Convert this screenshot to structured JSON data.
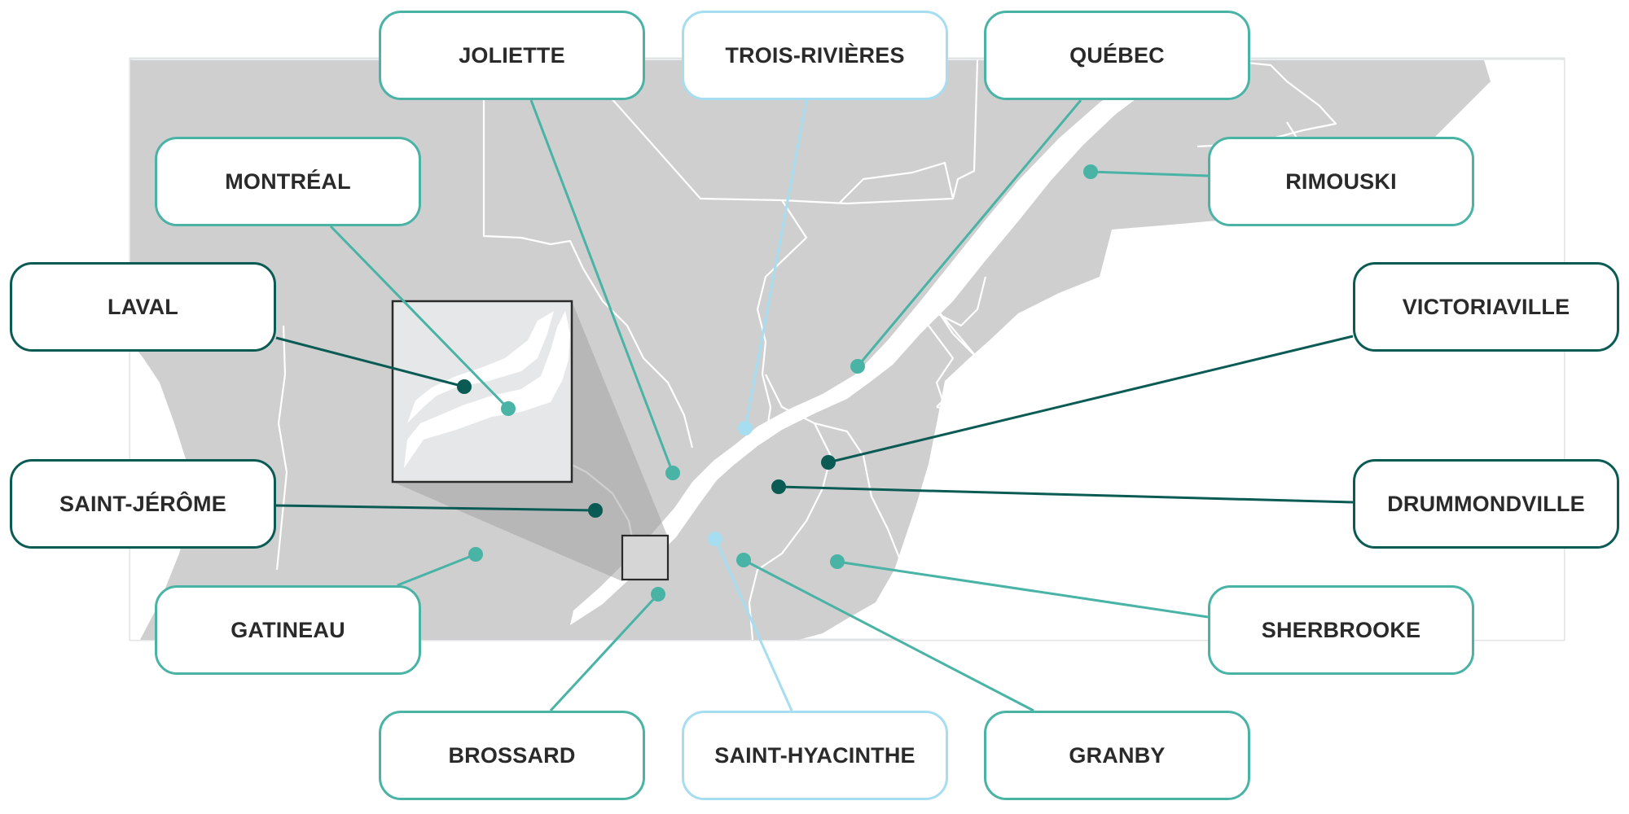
{
  "colors": {
    "dark": "#0b5b55",
    "medium": "#49b3a6",
    "light": "#a6ddf0",
    "land": "#cfcfcf",
    "water": "#ffffff",
    "inset": "#e5e6e7",
    "label_text": "#2a2a2a"
  },
  "cities": [
    {
      "id": "joliette",
      "name": "JOLIETTE",
      "tone": "medium"
    },
    {
      "id": "trois-rivieres",
      "name": "TROIS-RIVIÈRES",
      "tone": "light"
    },
    {
      "id": "quebec",
      "name": "QUÉBEC",
      "tone": "medium"
    },
    {
      "id": "montreal",
      "name": "MONTRÉAL",
      "tone": "medium"
    },
    {
      "id": "rimouski",
      "name": "RIMOUSKI",
      "tone": "medium"
    },
    {
      "id": "laval",
      "name": "LAVAL",
      "tone": "dark"
    },
    {
      "id": "victoriaville",
      "name": "VICTORIAVILLE",
      "tone": "dark"
    },
    {
      "id": "saint-jerome",
      "name": "SAINT-JÉRÔME",
      "tone": "dark"
    },
    {
      "id": "drummondville",
      "name": "DRUMMONDVILLE",
      "tone": "dark"
    },
    {
      "id": "gatineau",
      "name": "GATINEAU",
      "tone": "medium"
    },
    {
      "id": "sherbrooke",
      "name": "SHERBROOKE",
      "tone": "medium"
    },
    {
      "id": "brossard",
      "name": "BROSSARD",
      "tone": "medium"
    },
    {
      "id": "saint-hyacinthe",
      "name": "SAINT-HYACINTHE",
      "tone": "light"
    },
    {
      "id": "granby",
      "name": "GRANBY",
      "tone": "medium"
    }
  ]
}
